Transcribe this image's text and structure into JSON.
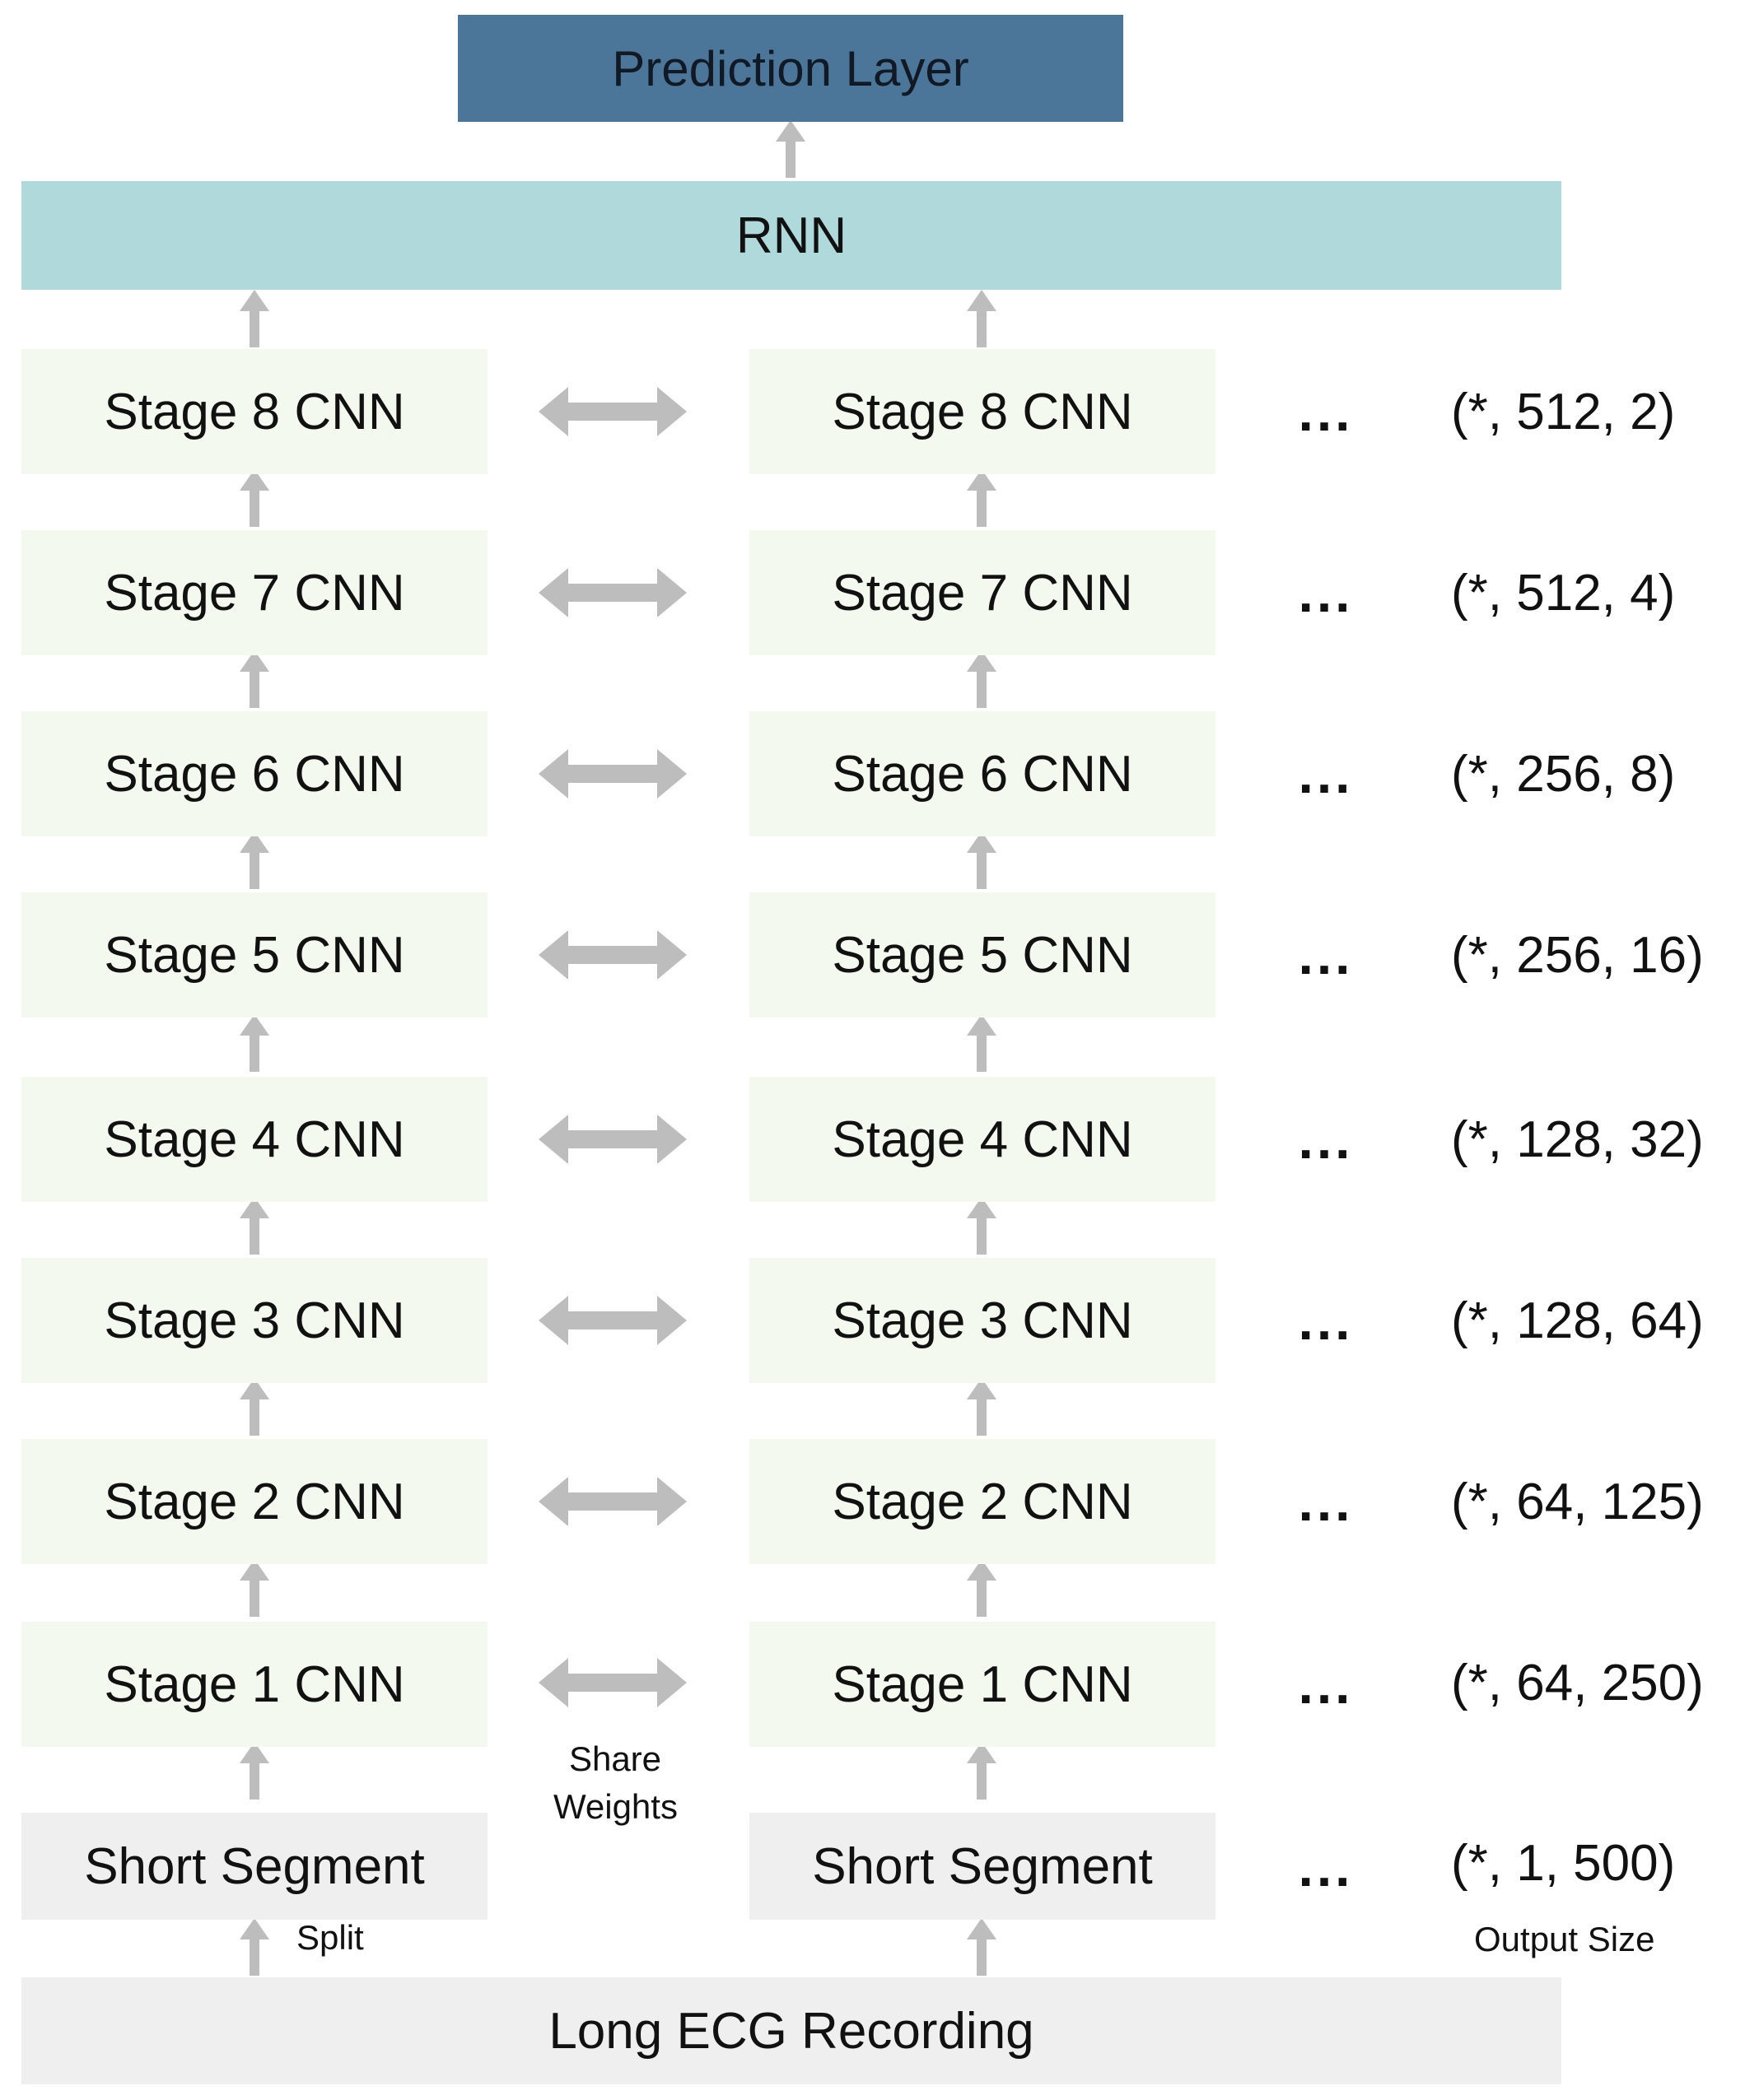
{
  "prediction_layer": "Prediction Layer",
  "rnn": "RNN",
  "long_recording": "Long ECG Recording",
  "short_segment": "Short Segment",
  "split_label": "Split",
  "share_weights": [
    "Share",
    "Weights"
  ],
  "output_size_label": "Output Size",
  "ellipsis": "...",
  "stages": [
    {
      "label": "Stage 8 CNN",
      "size": "(*, 512, 2)"
    },
    {
      "label": "Stage 7 CNN",
      "size": "(*, 512, 4)"
    },
    {
      "label": "Stage 6 CNN",
      "size": "(*, 256, 8)"
    },
    {
      "label": "Stage 5 CNN",
      "size": "(*, 256, 16)"
    },
    {
      "label": "Stage 4 CNN",
      "size": "(*, 128, 32)"
    },
    {
      "label": "Stage 3 CNN",
      "size": "(*, 128, 64)"
    },
    {
      "label": "Stage 2 CNN",
      "size": "(*, 64, 125)"
    },
    {
      "label": "Stage 1 CNN",
      "size": "(*, 64, 250)"
    }
  ],
  "segment_size": "(*, 1, 500)",
  "colors": {
    "prediction": "#4c7699",
    "rnn": "#b0d9db",
    "cnn": "#f3f9ee",
    "segment": "#efefef",
    "arrow": "#bdbdbd"
  }
}
